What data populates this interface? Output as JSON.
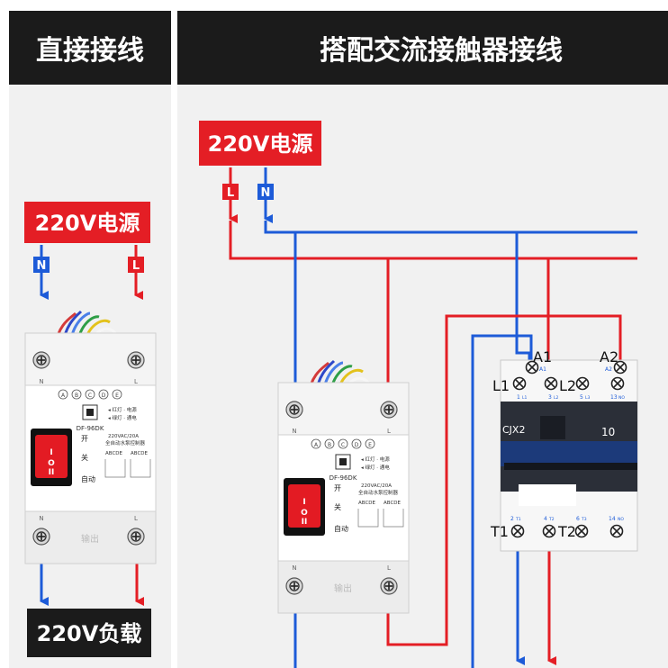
{
  "headers": {
    "left": "直接接线",
    "right": "搭配交流接触器接线"
  },
  "left_panel": {
    "power_label": "220V电源",
    "load_label": "220V负载",
    "tag_n": "N",
    "tag_l": "L"
  },
  "right_panel": {
    "power_label": "220V电源",
    "tag_l": "L",
    "tag_n": "N"
  },
  "controller": {
    "indicator_red": "◂ 红灯 · 电源",
    "indicator_green": "◂ 绿灯 · 通电",
    "model": "DF-96DK",
    "rating": "220VAC/20A",
    "desc": "全自动水泵控制器",
    "mode_on": "开",
    "mode_off": "关",
    "mode_auto": "自动",
    "abcde": "ABCDE",
    "output": "输出",
    "term_n": "N",
    "term_l": "L",
    "circles": [
      "A",
      "B",
      "C",
      "D",
      "E"
    ]
  },
  "contactor": {
    "model": "CJX2",
    "rating_num": "10",
    "label_a1": "A1",
    "label_a2": "A2",
    "label_l1": "L1",
    "label_l2": "L2",
    "label_t1": "T1",
    "label_t2": "T2",
    "top_numbers": [
      "1",
      "3",
      "5",
      "13"
    ],
    "top_sub": [
      "L1",
      "L2",
      "L3",
      "NO"
    ],
    "bottom_numbers": [
      "2",
      "4",
      "6",
      "14"
    ],
    "bottom_sub": [
      "T1",
      "T2",
      "T3",
      "NO"
    ],
    "a1_small": "A1",
    "a2_small": "A2"
  },
  "colors": {
    "red": "#e41e25",
    "blue": "#1d5bd8",
    "dark": "#1b1b1b",
    "panel_bg": "#f1f1f1"
  }
}
